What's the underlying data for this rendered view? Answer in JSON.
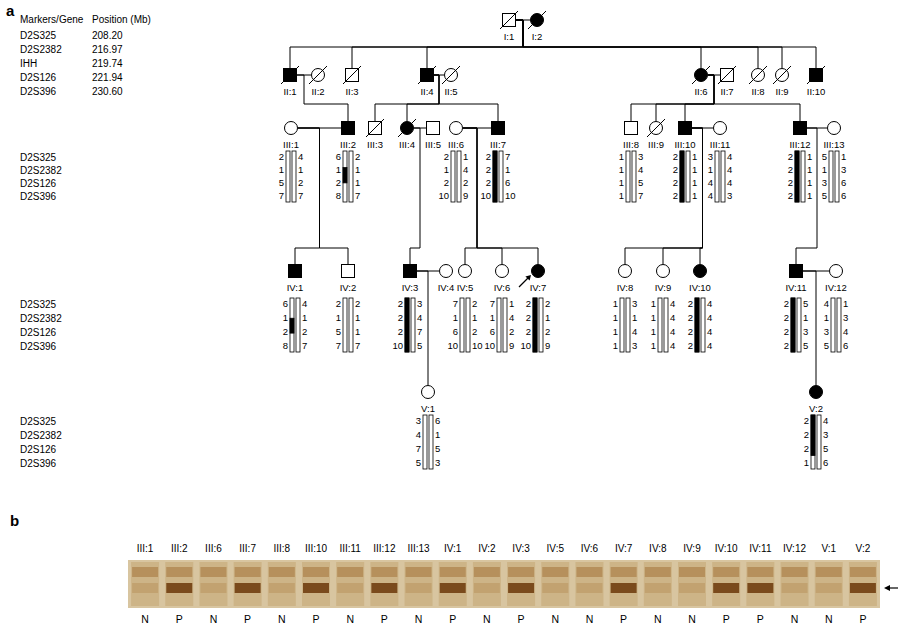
{
  "diagram": {
    "nodes": [
      {
        "text": [
          "I:1"
        ]
      },
      {
        "text": [
          "I:2"
        ]
      },
      {
        "text": [
          "II:1"
        ]
      },
      {
        "text": [
          "II:2"
        ]
      },
      {
        "text": [
          "II:3"
        ]
      },
      {
        "text": [
          "II:4"
        ]
      },
      {
        "text": [
          "II:5"
        ]
      },
      {
        "text": [
          "II:6"
        ]
      },
      {
        "text": [
          "II:7"
        ]
      },
      {
        "text": [
          "II:8"
        ]
      },
      {
        "text": [
          "II:9"
        ]
      },
      {
        "text": [
          "II:10"
        ]
      },
      {
        "text": [
          "III:1"
        ]
      },
      {
        "text": [
          "III:2"
        ]
      },
      {
        "text": [
          "III:3"
        ]
      },
      {
        "text": [
          "III:4"
        ]
      },
      {
        "text": [
          "III:5"
        ]
      },
      {
        "text": [
          "III:6"
        ]
      },
      {
        "text": [
          "III:7"
        ]
      },
      {
        "text": [
          "III:8"
        ]
      },
      {
        "text": [
          "III:9"
        ]
      },
      {
        "text": [
          "III:10"
        ]
      },
      {
        "text": [
          "III:11"
        ]
      },
      {
        "text": [
          "III:12"
        ]
      },
      {
        "text": [
          "III:13"
        ]
      },
      {
        "text": [
          "IV:1"
        ]
      },
      {
        "text": [
          "IV:2"
        ]
      },
      {
        "text": [
          "IV:3"
        ]
      },
      {
        "text": [
          "IV:4"
        ]
      },
      {
        "text": [
          "IV:5"
        ]
      },
      {
        "text": [
          "IV:6"
        ]
      },
      {
        "text": [
          "IV:7"
        ]
      },
      {
        "text": [
          "IV:8"
        ]
      },
      {
        "text": [
          "IV:9"
        ]
      },
      {
        "text": [
          "IV:10"
        ]
      },
      {
        "text": [
          "IV:11"
        ]
      },
      {
        "text": [
          "IV:12"
        ]
      },
      {
        "text": [
          "V:1"
        ]
      },
      {
        "text": [
          "V:2"
        ]
      }
    ],
    "edges": [
      {
        "from": 0,
        "to": 1,
        "arrow": "none"
      },
      {
        "from": 2,
        "to": 3,
        "arrow": "none"
      },
      {
        "from": 5,
        "to": 6,
        "arrow": "none"
      },
      {
        "from": 7,
        "to": 8,
        "arrow": "none"
      },
      {
        "from": 12,
        "to": 13,
        "arrow": "none"
      },
      {
        "from": 15,
        "to": 16,
        "arrow": "none"
      },
      {
        "from": 17,
        "to": 18,
        "arrow": "none"
      },
      {
        "from": 21,
        "to": 22,
        "arrow": "none"
      },
      {
        "from": 23,
        "to": 24,
        "arrow": "none"
      },
      {
        "from": 27,
        "to": 28,
        "arrow": "none"
      },
      {
        "from": 35,
        "to": 36,
        "arrow": "none"
      },
      {
        "from": 0,
        "to": 2,
        "arrow": "none"
      },
      {
        "from": 0,
        "to": 4,
        "arrow": "none"
      },
      {
        "from": 0,
        "to": 5,
        "arrow": "none"
      },
      {
        "from": 0,
        "to": 7,
        "arrow": "none"
      },
      {
        "from": 0,
        "to": 9,
        "arrow": "none"
      },
      {
        "from": 0,
        "to": 10,
        "arrow": "none"
      },
      {
        "from": 0,
        "to": 11,
        "arrow": "none"
      },
      {
        "from": 2,
        "to": 13,
        "arrow": "none"
      },
      {
        "from": 5,
        "to": 14,
        "arrow": "none"
      },
      {
        "from": 5,
        "to": 15,
        "arrow": "none"
      },
      {
        "from": 5,
        "to": 18,
        "arrow": "none"
      },
      {
        "from": 7,
        "to": 19,
        "arrow": "none"
      },
      {
        "from": 7,
        "to": 20,
        "arrow": "none"
      },
      {
        "from": 7,
        "to": 21,
        "arrow": "none"
      },
      {
        "from": 7,
        "to": 23,
        "arrow": "none"
      },
      {
        "from": 12,
        "to": 25,
        "arrow": "none"
      },
      {
        "from": 12,
        "to": 26,
        "arrow": "none"
      },
      {
        "from": 15,
        "to": 27,
        "arrow": "none"
      },
      {
        "from": 17,
        "to": 29,
        "arrow": "none"
      },
      {
        "from": 17,
        "to": 30,
        "arrow": "none"
      },
      {
        "from": 17,
        "to": 31,
        "arrow": "none"
      },
      {
        "from": 21,
        "to": 32,
        "arrow": "none"
      },
      {
        "from": 21,
        "to": 33,
        "arrow": "none"
      },
      {
        "from": 21,
        "to": 34,
        "arrow": "none"
      },
      {
        "from": 23,
        "to": 35,
        "arrow": "none"
      },
      {
        "from": 27,
        "to": 37,
        "arrow": "none"
      },
      {
        "from": 35,
        "to": 38,
        "arrow": "none"
      }
    ],
    "labels": [
      "a",
      "Markers/Gene",
      "Position (Mb)",
      "D2S325",
      "208.20",
      "D2S2382",
      "216.97",
      "IHH",
      "219.74",
      "D2S126",
      "221.94",
      "D2S396",
      "230.60",
      "D2S325",
      "D2S2382",
      "D2S126",
      "D2S396",
      "D2S325",
      "D2S2382",
      "D2S126",
      "D2S396",
      "D2S325",
      "D2S2382",
      "D2S126",
      "D2S396",
      "2",
      "1",
      "5",
      "7",
      "4",
      "1",
      "2",
      "7",
      "6",
      "1",
      "2",
      "8",
      "2",
      "1",
      "1",
      "7",
      "2",
      "1",
      "2",
      "10",
      "1",
      "4",
      "2",
      "9",
      "2",
      "2",
      "2",
      "10",
      "7",
      "1",
      "6",
      "10",
      "1",
      "1",
      "1",
      "1",
      "3",
      "4",
      "5",
      "7",
      "2",
      "2",
      "2",
      "2",
      "1",
      "1",
      "1",
      "1",
      "3",
      "1",
      "4",
      "4",
      "4",
      "4",
      "4",
      "3",
      "2",
      "2",
      "2",
      "2",
      "1",
      "1",
      "1",
      "1",
      "5",
      "1",
      "3",
      "5",
      "1",
      "3",
      "6",
      "6",
      "6",
      "1",
      "2",
      "8",
      "4",
      "1",
      "2",
      "7",
      "2",
      "1",
      "5",
      "7",
      "2",
      "1",
      "1",
      "7",
      "2",
      "2",
      "2",
      "10",
      "3",
      "4",
      "7",
      "5",
      "7",
      "1",
      "6",
      "10",
      "2",
      "1",
      "2",
      "10",
      "7",
      "1",
      "6",
      "10",
      "1",
      "4",
      "2",
      "9",
      "2",
      "2",
      "2",
      "10",
      "2",
      "1",
      "2",
      "9",
      "1",
      "1",
      "1",
      "1",
      "3",
      "1",
      "4",
      "3",
      "1",
      "1",
      "1",
      "1",
      "4",
      "4",
      "4",
      "4",
      "2",
      "2",
      "2",
      "2",
      "4",
      "4",
      "4",
      "4",
      "2",
      "2",
      "2",
      "2",
      "5",
      "1",
      "3",
      "5",
      "4",
      "1",
      "3",
      "5",
      "1",
      "3",
      "4",
      "6",
      "3",
      "4",
      "7",
      "5",
      "6",
      "1",
      "5",
      "3",
      "2",
      "2",
      "2",
      "1",
      "4",
      "3",
      "5",
      "6",
      "b",
      "III:1",
      "III:2",
      "III:6",
      "III:7",
      "III:8",
      "III:10",
      "III:11",
      "III:12",
      "III:13",
      "IV:1",
      "IV:2",
      "IV:3",
      "IV:5",
      "IV:6",
      "IV:7",
      "IV:8",
      "IV:9",
      "IV:10",
      "IV:11",
      "IV:12",
      "V:1",
      "V:2",
      "N",
      "P",
      "N",
      "P",
      "N",
      "P",
      "N",
      "P",
      "N",
      "P",
      "N",
      "P",
      "N",
      "N",
      "P",
      "N",
      "N",
      "P",
      "P",
      "N",
      "N",
      "P"
    ]
  }
}
